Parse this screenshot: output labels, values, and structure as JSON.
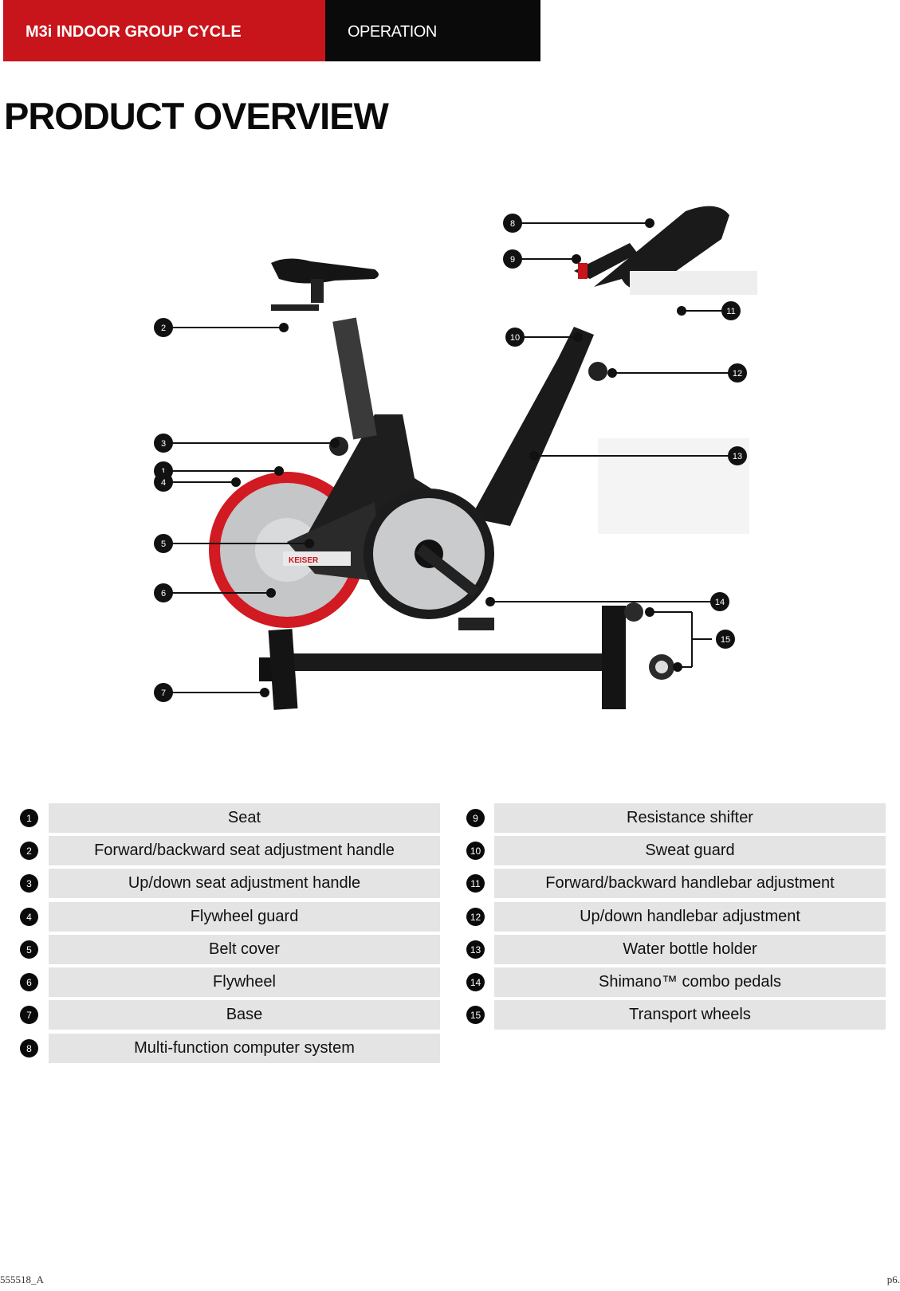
{
  "header": {
    "product": "M3i INDOOR GROUP CYCLE",
    "section": "OPERATION"
  },
  "page_title": "PRODUCT OVERVIEW",
  "figure": {
    "brand_label": "KEISER",
    "callouts": [
      "1",
      "2",
      "3",
      "4",
      "5",
      "6",
      "7",
      "8",
      "9",
      "10",
      "11",
      "12",
      "13",
      "14",
      "15"
    ]
  },
  "legend_left": [
    {
      "num": "1",
      "label": "Seat"
    },
    {
      "num": "2",
      "label": "Forward/backward seat adjustment handle"
    },
    {
      "num": "3",
      "label": "Up/down seat adjustment handle"
    },
    {
      "num": "4",
      "label": "Flywheel guard"
    },
    {
      "num": "5",
      "label": "Belt cover"
    },
    {
      "num": "6",
      "label": "Flywheel"
    },
    {
      "num": "7",
      "label": "Base"
    },
    {
      "num": "8",
      "label": "Multi-function computer system"
    }
  ],
  "legend_right": [
    {
      "num": "9",
      "label": "Resistance shifter"
    },
    {
      "num": "10",
      "label": "Sweat guard"
    },
    {
      "num": "11",
      "label": "Forward/backward handlebar adjustment"
    },
    {
      "num": "12",
      "label": "Up/down handlebar adjustment"
    },
    {
      "num": "13",
      "label": "Water bottle holder"
    },
    {
      "num": "14",
      "label": "Shimano™ combo pedals"
    },
    {
      "num": "15",
      "label": "Transport wheels"
    }
  ],
  "footer": {
    "doc_code": "555518_A",
    "page": "p6."
  },
  "colors": {
    "brand_red": "#c8151b",
    "header_black": "#0a0a0a",
    "row_bg": "#e4e4e4"
  }
}
